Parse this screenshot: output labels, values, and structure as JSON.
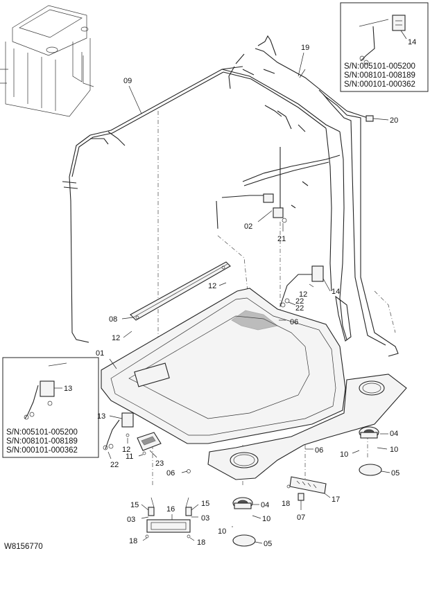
{
  "drawing_id": "W8156770",
  "serial_ranges": [
    "S/N:005101-005200",
    "S/N:008101-008189",
    "S/N:000101-000362"
  ],
  "callouts": {
    "c01": "01",
    "c02": "02",
    "c03a": "03",
    "c03b": "03",
    "c04a": "04",
    "c04b": "04",
    "c05a": "05",
    "c05b": "05",
    "c06a": "06",
    "c06b": "06",
    "c06c": "06",
    "c07": "07",
    "c08": "08",
    "c09": "09",
    "c10a": "10",
    "c10b": "10",
    "c10c": "10",
    "c10d": "10",
    "c11": "11",
    "c12a": "12",
    "c12b": "12",
    "c12c": "12",
    "c12d": "12",
    "c13a": "13",
    "c13b": "13",
    "c14a": "14",
    "c14b": "14",
    "c15a": "15",
    "c15b": "15",
    "c16": "16",
    "c17": "17",
    "c18a": "18",
    "c18b": "18",
    "c18c": "18",
    "c19": "19",
    "c20": "20",
    "c21": "21",
    "c22a": "22",
    "c22b": "22",
    "c22c": "22",
    "c23": "23"
  }
}
